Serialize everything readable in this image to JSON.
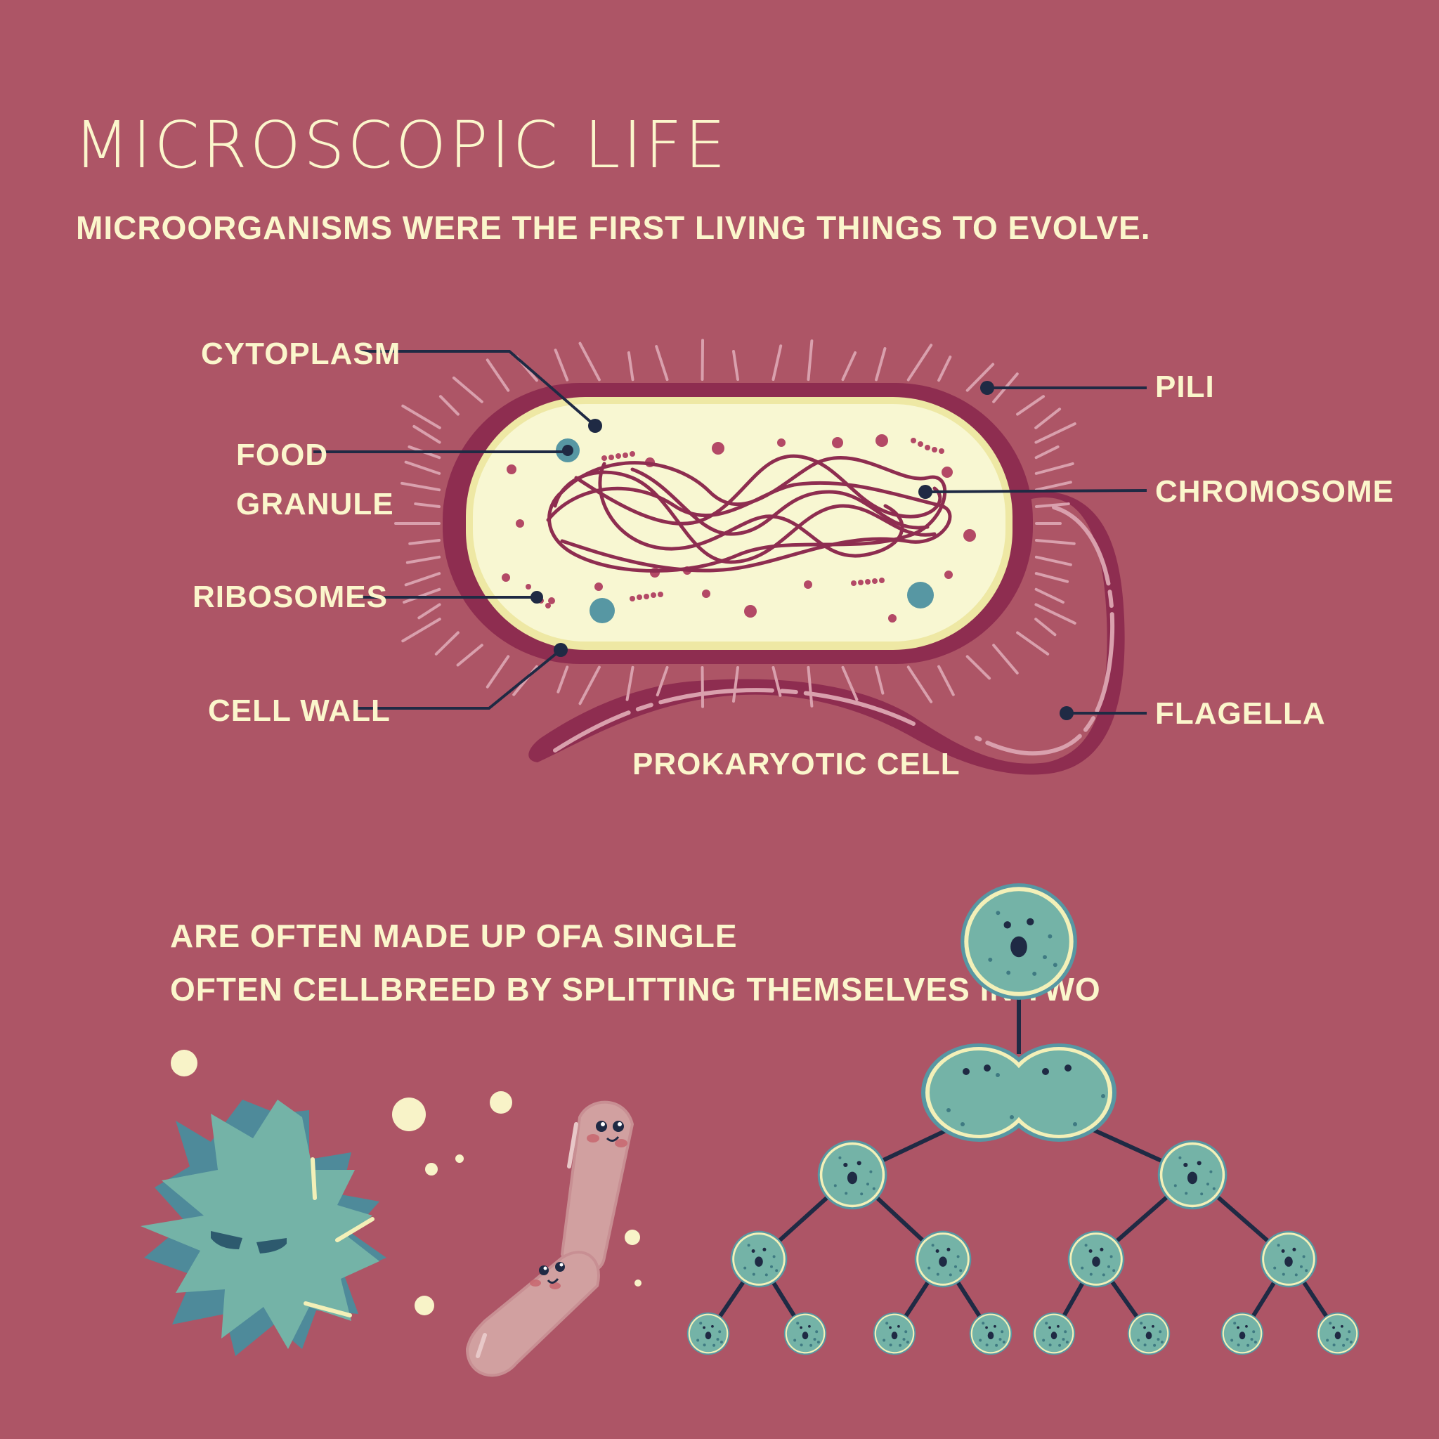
{
  "header": {
    "title": "MICROSCOPIC LIFE",
    "subtitle": "MICROORGANISMS WERE THE FIRST LIVING THINGS TO EVOLVE."
  },
  "cell_diagram": {
    "caption": "PROKARYOTIC CELL",
    "labels": {
      "cytoplasm": "CYTOPLASM",
      "food_granule_line1": "FOOD",
      "food_granule_line2": "GRANULE",
      "ribosomes": "RIBOSOMES",
      "cell_wall": "CELL WALL",
      "pili": "PILI",
      "chromosome": "CHROMOSOME",
      "flagella": "FLAGELLA"
    }
  },
  "facts": {
    "line1": "ARE OFTEN MADE UP OFA SINGLE",
    "line2": "OFTEN CELLBREED BY SPLITTING THEMSELVES IN TWO"
  },
  "colors": {
    "background": "#ad5566",
    "text": "#fbf6cc",
    "cell_wall": "#8e2d50",
    "cytoplasm": "#f7f6d0",
    "chromosome": "#8e2d50",
    "granule": "#5797a3",
    "bacteria": "#74b3a7",
    "leader_line": "#1f2a44"
  }
}
